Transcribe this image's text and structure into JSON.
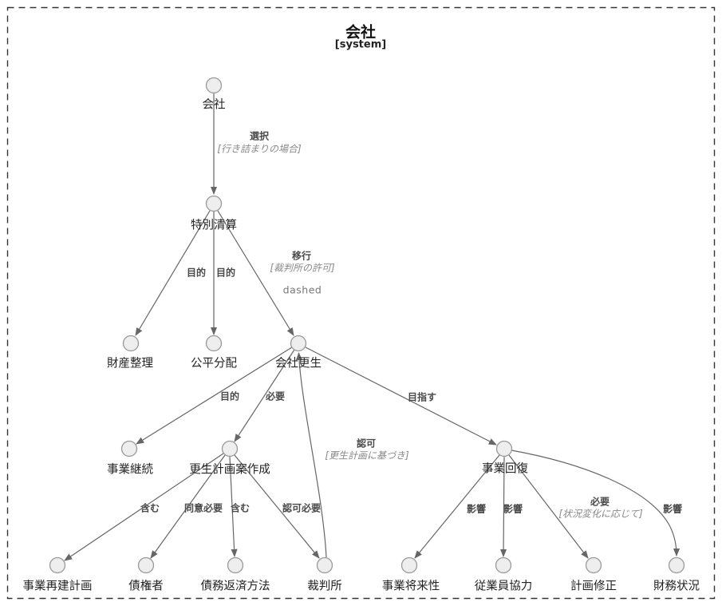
{
  "title": {
    "main": "会社",
    "sub": "[system]"
  },
  "nodes": [
    {
      "id": "kaisha",
      "label": "会社"
    },
    {
      "id": "tokubetsu-seisan",
      "label": "特別清算"
    },
    {
      "id": "zaisan-seiri",
      "label": "財産整理"
    },
    {
      "id": "kouhei-bunpai",
      "label": "公平分配"
    },
    {
      "id": "kaisha-kousei",
      "label": "会社更生"
    },
    {
      "id": "jigyou-keizoku",
      "label": "事業継続"
    },
    {
      "id": "kousei-keikakuan-sakusei",
      "label": "更生計画案作成"
    },
    {
      "id": "jigyou-kaifuku",
      "label": "事業回復"
    },
    {
      "id": "jigyou-saiken-keikaku",
      "label": "事業再建計画"
    },
    {
      "id": "saikensha",
      "label": "債権者"
    },
    {
      "id": "saimu-hensai-houhou",
      "label": "債務返済方法"
    },
    {
      "id": "saibansho",
      "label": "裁判所"
    },
    {
      "id": "jigyou-shouraisei",
      "label": "事業将来性"
    },
    {
      "id": "juugyouin-kyouryoku",
      "label": "従業員協力"
    },
    {
      "id": "keikaku-shuusei",
      "label": "計画修正"
    },
    {
      "id": "zaimu-joukyou",
      "label": "財務状況"
    }
  ],
  "edges": [
    {
      "from": "会社",
      "to": "特別清算",
      "label": "選択",
      "condition": "[行き詰まりの場合]"
    },
    {
      "from": "特別清算",
      "to": "財産整理",
      "label": "目的"
    },
    {
      "from": "特別清算",
      "to": "公平分配",
      "label": "目的"
    },
    {
      "from": "特別清算",
      "to": "会社更生",
      "label": "移行",
      "condition": "[裁判所の許可]",
      "note": "dashed"
    },
    {
      "from": "会社更生",
      "to": "事業継続",
      "label": "目的"
    },
    {
      "from": "会社更生",
      "to": "更生計画案作成",
      "label": "必要"
    },
    {
      "from": "会社更生",
      "to": "事業回復",
      "label": "目指す"
    },
    {
      "from": "裁判所",
      "to": "会社更生",
      "label": "認可",
      "condition": "[更生計画に基づき]"
    },
    {
      "from": "更生計画案作成",
      "to": "事業再建計画",
      "label": "含む"
    },
    {
      "from": "更生計画案作成",
      "to": "債権者",
      "label": "同意必要"
    },
    {
      "from": "更生計画案作成",
      "to": "債務返済方法",
      "label": "含む"
    },
    {
      "from": "更生計画案作成",
      "to": "裁判所",
      "label": "認可必要"
    },
    {
      "from": "事業回復",
      "to": "事業将来性",
      "label": "影響"
    },
    {
      "from": "事業回復",
      "to": "従業員協力",
      "label": "影響"
    },
    {
      "from": "事業回復",
      "to": "計画修正",
      "label": "必要",
      "condition": "[状況変化に応じて]"
    },
    {
      "from": "事業回復",
      "to": "財務状況",
      "label": "影響"
    }
  ],
  "colors": {
    "background": "#ffffff",
    "border": "#333333",
    "edge_line": "#666666",
    "node_fill": "#eeeeee",
    "node_stroke": "#999999",
    "node_text": "#222222",
    "edge_label_text": "#4a4a4a",
    "condition_text": "#888888",
    "note_text": "#777777"
  }
}
